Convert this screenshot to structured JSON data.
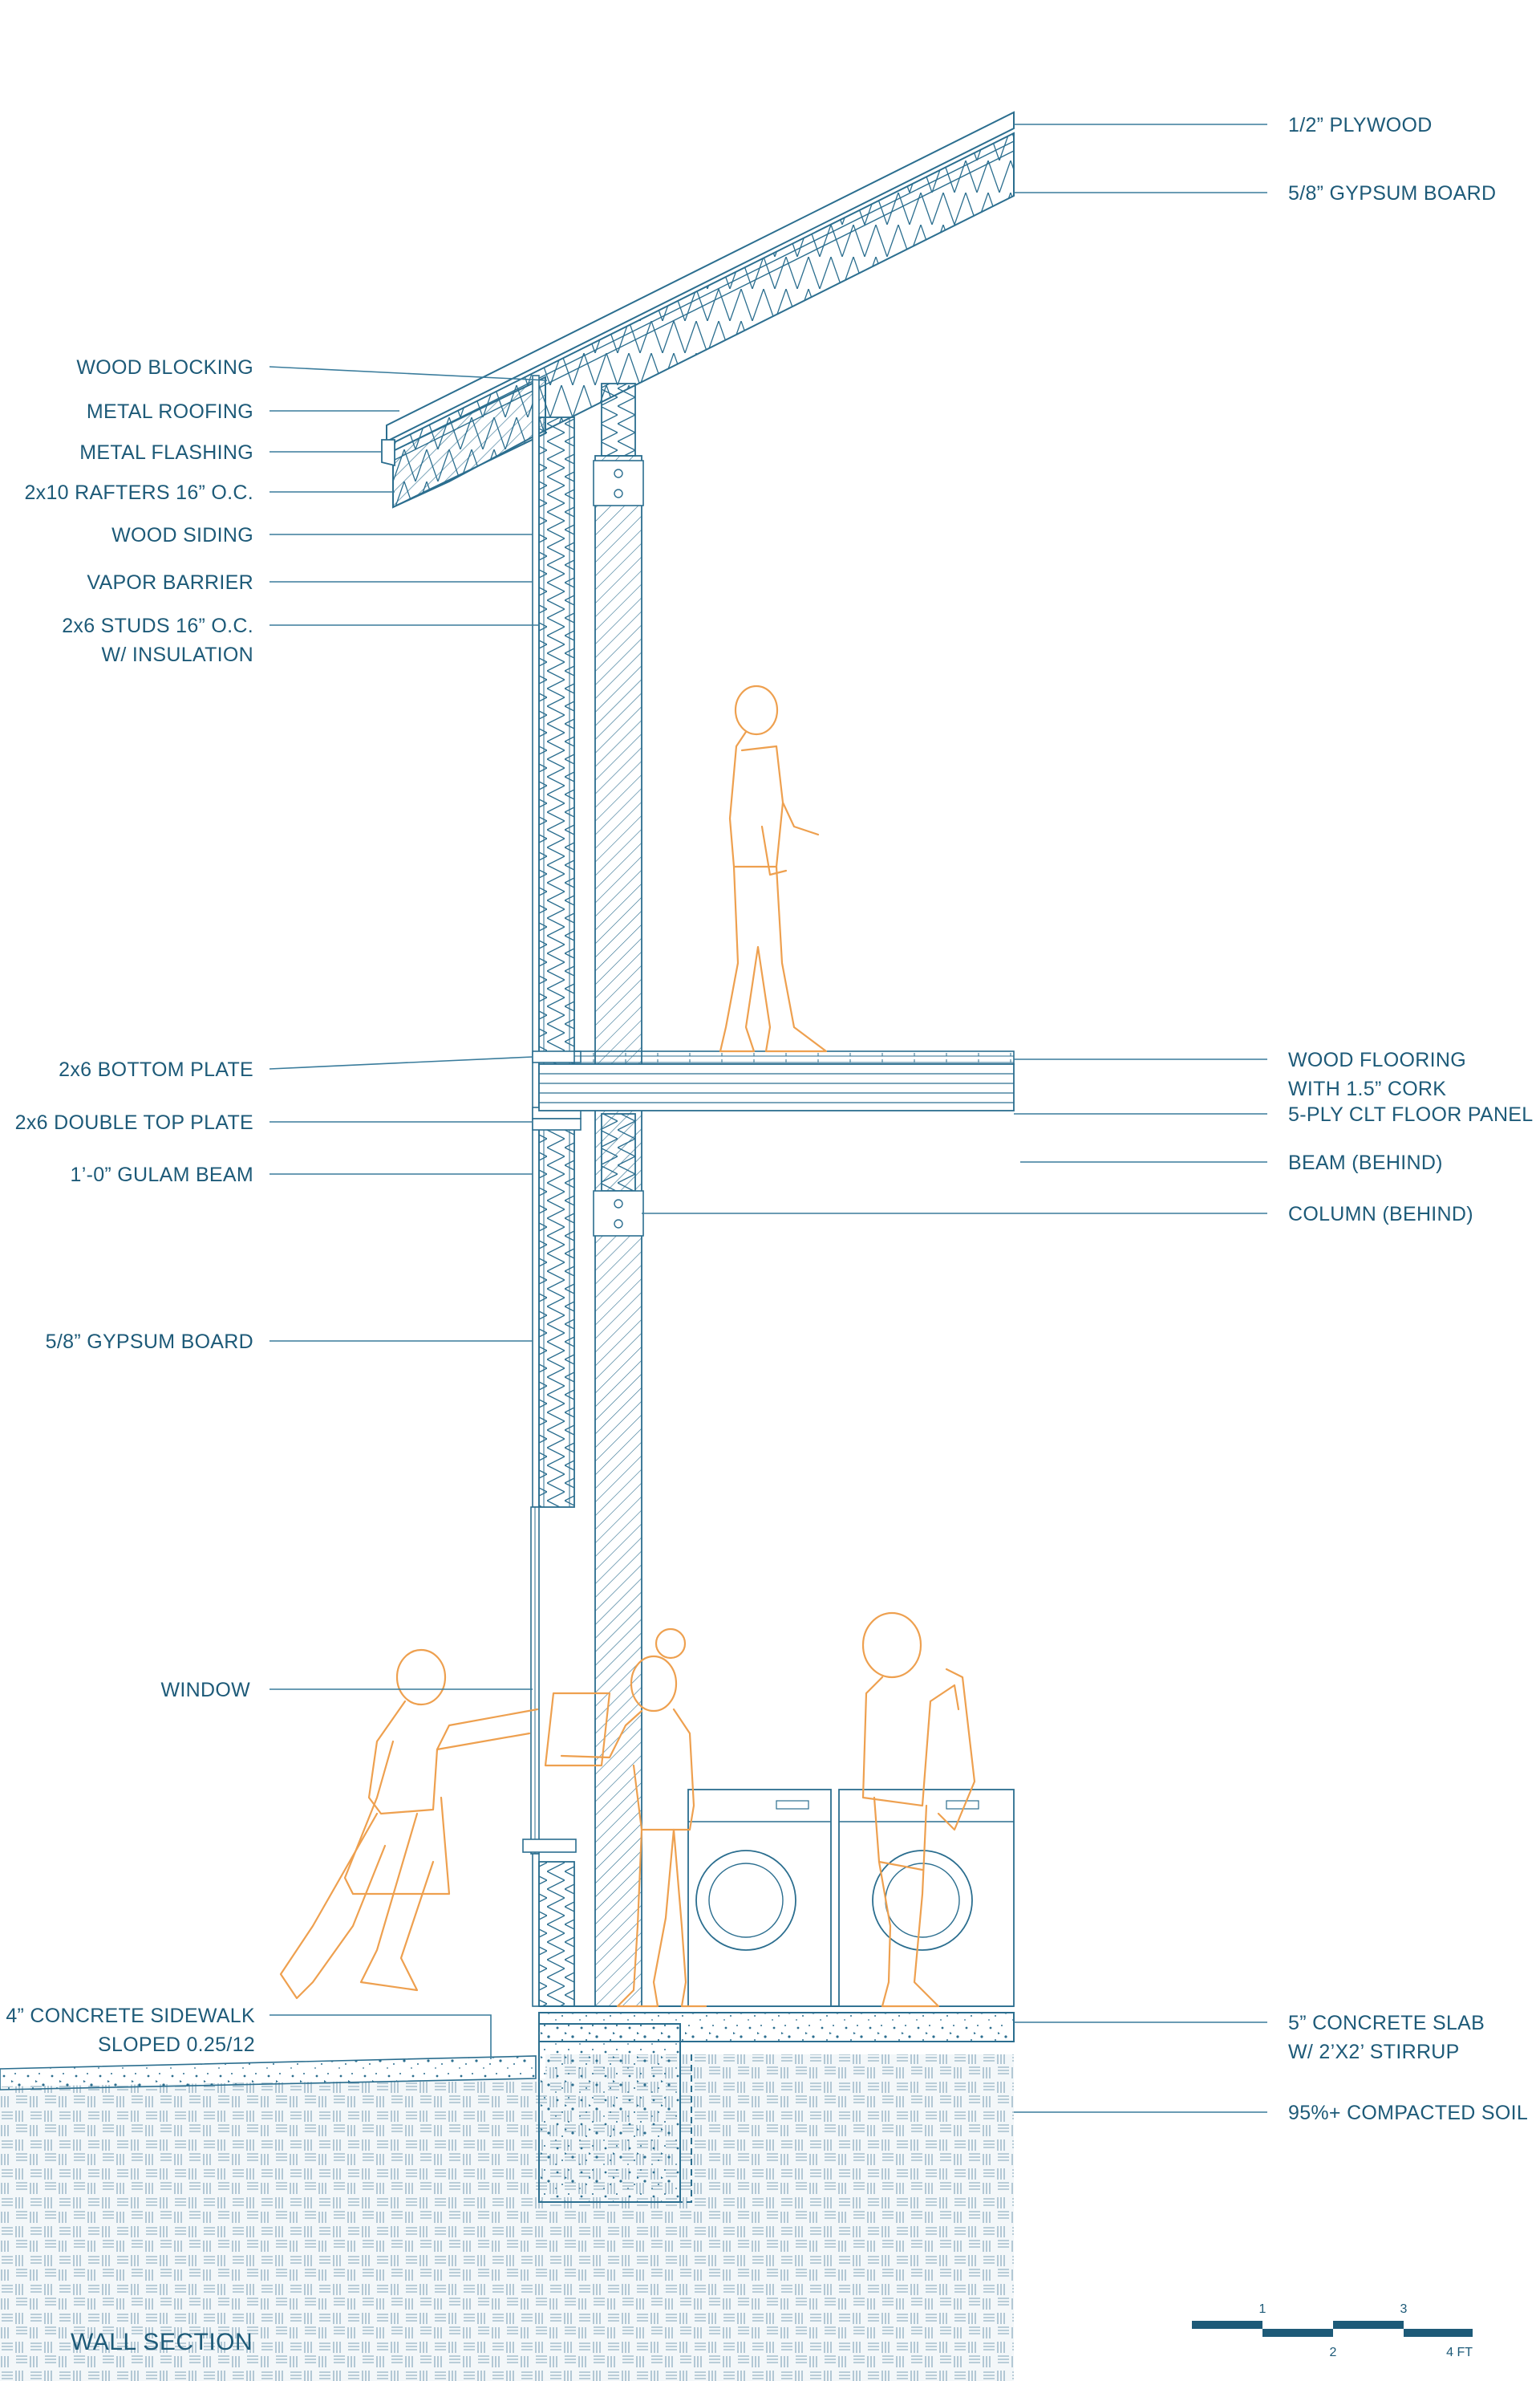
{
  "title": "WALL SECTION",
  "labels_left": [
    "WOOD BLOCKING",
    "METAL ROOFING",
    "METAL FLASHING",
    "2x10 RAFTERS 16” O.C.",
    "WOOD SIDING",
    "VAPOR BARRIER",
    [
      "2x6 STUDS 16” O.C.",
      "W/ INSULATION"
    ],
    "2x6 BOTTOM PLATE",
    "2x6 DOUBLE TOP PLATE",
    "1’-0” GULAM BEAM",
    "5/8” GYPSUM BOARD",
    "WINDOW",
    [
      "4” CONCRETE SIDEWALK",
      "SLOPED 0.25/12"
    ]
  ],
  "labels_right": [
    "1/2” PLYWOOD",
    "5/8” GYPSUM BOARD",
    [
      "WOOD FLOORING",
      "WITH 1.5” CORK"
    ],
    "5-PLY CLT FLOOR PANEL",
    "BEAM (BEHIND)",
    "COLUMN (BEHIND)",
    [
      "5” CONCRETE SLAB",
      "W/ 2’X2’ STIRRUP"
    ],
    "95%+ COMPACTED SOIL"
  ],
  "scale_bar": {
    "ticks": [
      "1",
      "2",
      "3",
      "4 FT"
    ]
  },
  "colors": {
    "linework": "#2b6e8f",
    "text": "#1d5a78",
    "figures": "#eea04f"
  }
}
